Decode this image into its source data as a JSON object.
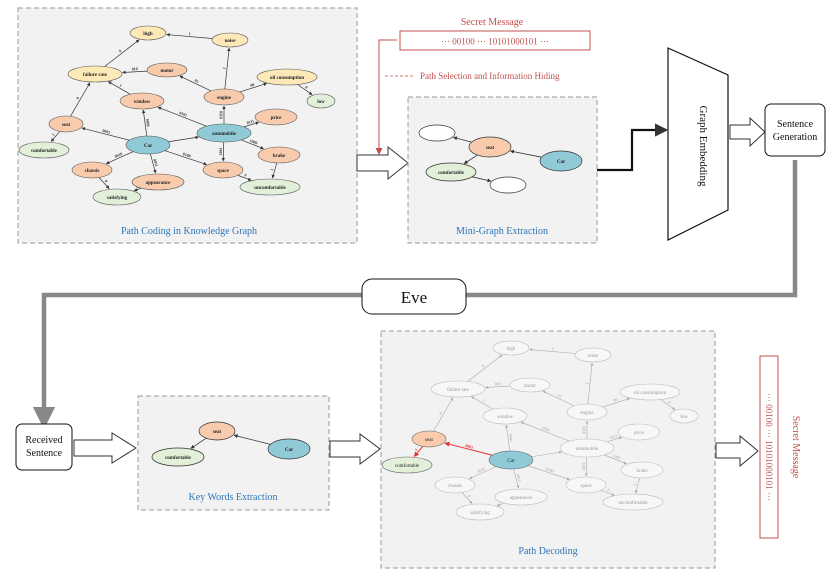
{
  "secret_message_label": "Secret Message",
  "secret_bits": "··· 00100 ··· 10101000101 ···",
  "path_selection_label": "Path Selection and Information Hiding",
  "panels": {
    "kg": "Path Coding in Knowledge Graph",
    "mini": "Mini-Graph Extraction",
    "keywords": "Key Words Extraction",
    "decode": "Path Decoding"
  },
  "graph_embedding": "Graph Embedding",
  "sentence_generation": [
    "Sentence",
    "Generation"
  ],
  "eve": "Eve",
  "received_sentence": [
    "Received",
    "Sentence"
  ],
  "secret_message_out_label": "Secret Message",
  "secret_bits_out": "··· 00100 ··· 10101000101 ···",
  "colors": {
    "red": "#c0504d",
    "orange": "#f8cbad",
    "yellow": "#fde9b8",
    "green": "#e2efd9",
    "blue": "#8fcad6",
    "panel_bg": "#f2f2f2",
    "gray_arrow": "#888888"
  },
  "kg": {
    "nodes": [
      {
        "id": "high",
        "label": "high",
        "type": "yellow"
      },
      {
        "id": "noise",
        "label": "noise",
        "type": "yellow"
      },
      {
        "id": "motor",
        "label": "motor",
        "type": "orange"
      },
      {
        "id": "failure",
        "label": "failure rate",
        "type": "yellow"
      },
      {
        "id": "oil",
        "label": "oil consumption",
        "type": "yellow"
      },
      {
        "id": "engine",
        "label": "engine",
        "type": "orange"
      },
      {
        "id": "window",
        "label": "window",
        "type": "orange"
      },
      {
        "id": "low",
        "label": "low",
        "type": "green"
      },
      {
        "id": "seat",
        "label": "seat",
        "type": "orange"
      },
      {
        "id": "automobile",
        "label": "automobile",
        "type": "blue"
      },
      {
        "id": "price",
        "label": "price",
        "type": "orange"
      },
      {
        "id": "car",
        "label": "Car",
        "type": "blue"
      },
      {
        "id": "comfortable",
        "label": "comfortable",
        "type": "green"
      },
      {
        "id": "brake",
        "label": "brake",
        "type": "orange"
      },
      {
        "id": "chassis",
        "label": "chassis",
        "type": "orange"
      },
      {
        "id": "appearance",
        "label": "appearance",
        "type": "orange"
      },
      {
        "id": "space",
        "label": "space",
        "type": "orange"
      },
      {
        "id": "uncomfortable",
        "label": "uncomfortable",
        "type": "green"
      },
      {
        "id": "satisfying",
        "label": "satisfying",
        "type": "green"
      }
    ],
    "edges": [
      {
        "from": "failure",
        "to": "high",
        "label": "0"
      },
      {
        "from": "noise",
        "to": "high",
        "label": "1"
      },
      {
        "from": "motor",
        "to": "failure",
        "label": "010"
      },
      {
        "from": "window",
        "to": "failure",
        "label": "1"
      },
      {
        "from": "seat",
        "to": "failure",
        "label": "0"
      },
      {
        "from": "engine",
        "to": "noise",
        "label": "1"
      },
      {
        "from": "engine",
        "to": "motor",
        "label": "01"
      },
      {
        "from": "engine",
        "to": "oil",
        "label": "00"
      },
      {
        "from": "automobile",
        "to": "engine",
        "label": "0110"
      },
      {
        "from": "automobile",
        "to": "window",
        "label": "0101"
      },
      {
        "from": "automobile",
        "to": "price",
        "label": "0111"
      },
      {
        "from": "automobile",
        "to": "brake",
        "label": "1000"
      },
      {
        "from": "automobile",
        "to": "space",
        "label": "1001"
      },
      {
        "from": "oil",
        "to": "low",
        "label": "0"
      },
      {
        "from": "car",
        "to": "seat",
        "label": "0001"
      },
      {
        "from": "car",
        "to": "window",
        "label": "0000"
      },
      {
        "from": "car",
        "to": "chassis",
        "label": "0010"
      },
      {
        "from": "car",
        "to": "appearance",
        "label": "0011"
      },
      {
        "from": "car",
        "to": "space",
        "label": "0100"
      },
      {
        "from": "car",
        "to": "automobile",
        "label": ""
      },
      {
        "from": "seat",
        "to": "comfortable",
        "label": "1"
      },
      {
        "from": "brake",
        "to": "uncomfortable",
        "label": "1"
      },
      {
        "from": "space",
        "to": "uncomfortable",
        "label": "0"
      },
      {
        "from": "chassis",
        "to": "satisfying",
        "label": "0"
      },
      {
        "from": "appearance",
        "to": "satisfying",
        "label": "1"
      }
    ]
  },
  "mini": {
    "nodes": [
      {
        "id": "m1",
        "label": "",
        "type": "white"
      },
      {
        "id": "seat",
        "label": "seat",
        "type": "orange"
      },
      {
        "id": "car",
        "label": "Car",
        "type": "blue"
      },
      {
        "id": "comfortable",
        "label": "comfortable",
        "type": "green"
      },
      {
        "id": "m2",
        "label": "",
        "type": "white"
      }
    ]
  },
  "keywords": {
    "nodes": [
      {
        "id": "seat",
        "label": "seat",
        "type": "orange"
      },
      {
        "id": "car",
        "label": "Car",
        "type": "blue"
      },
      {
        "id": "comfortable",
        "label": "comfortable",
        "type": "green"
      }
    ]
  }
}
